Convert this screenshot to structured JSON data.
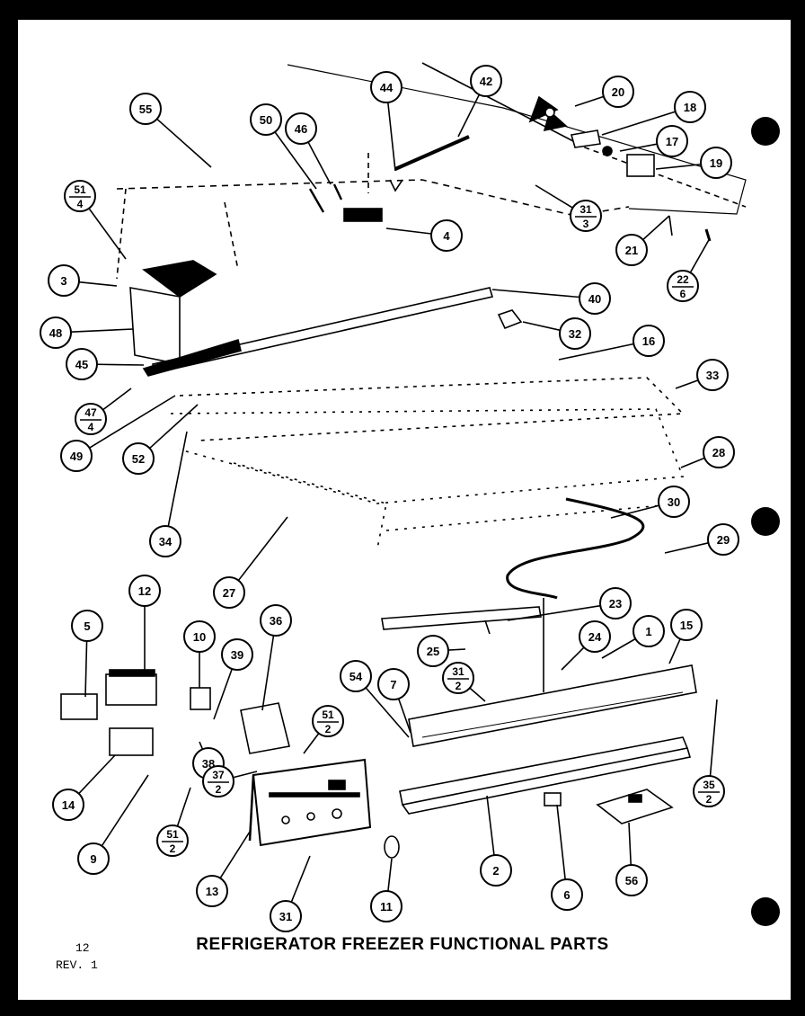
{
  "title": "REFRIGERATOR FREEZER FUNCTIONAL PARTS",
  "page_number": "12",
  "revision": "REV. 1",
  "callouts": [
    {
      "label": "55"
    },
    {
      "label": "50"
    },
    {
      "label": "46"
    },
    {
      "label": "44"
    },
    {
      "label": "42"
    },
    {
      "label": "20"
    },
    {
      "label": "18"
    },
    {
      "label": "17"
    },
    {
      "label": "19"
    },
    {
      "label": "51",
      "sub": "4"
    },
    {
      "label": "4"
    },
    {
      "label": "31",
      "sub": "3"
    },
    {
      "label": "21"
    },
    {
      "label": "22",
      "sub": "6"
    },
    {
      "label": "3"
    },
    {
      "label": "40"
    },
    {
      "label": "48"
    },
    {
      "label": "32"
    },
    {
      "label": "16"
    },
    {
      "label": "45"
    },
    {
      "label": "33"
    },
    {
      "label": "47",
      "sub": "4"
    },
    {
      "label": "49"
    },
    {
      "label": "52"
    },
    {
      "label": "28"
    },
    {
      "label": "30"
    },
    {
      "label": "34"
    },
    {
      "label": "29"
    },
    {
      "label": "27"
    },
    {
      "label": "12"
    },
    {
      "label": "36"
    },
    {
      "label": "5"
    },
    {
      "label": "23"
    },
    {
      "label": "10"
    },
    {
      "label": "39"
    },
    {
      "label": "25"
    },
    {
      "label": "24"
    },
    {
      "label": "1"
    },
    {
      "label": "15"
    },
    {
      "label": "54"
    },
    {
      "label": "7"
    },
    {
      "label": "31",
      "sub": "2"
    },
    {
      "label": "51",
      "sub": "2"
    },
    {
      "label": "38"
    },
    {
      "label": "14"
    },
    {
      "label": "37",
      "sub": "2"
    },
    {
      "label": "35",
      "sub": "2"
    },
    {
      "label": "51",
      "sub": "2"
    },
    {
      "label": "9"
    },
    {
      "label": "13"
    },
    {
      "label": "2"
    },
    {
      "label": "6"
    },
    {
      "label": "56"
    },
    {
      "label": "31"
    },
    {
      "label": "11"
    }
  ]
}
